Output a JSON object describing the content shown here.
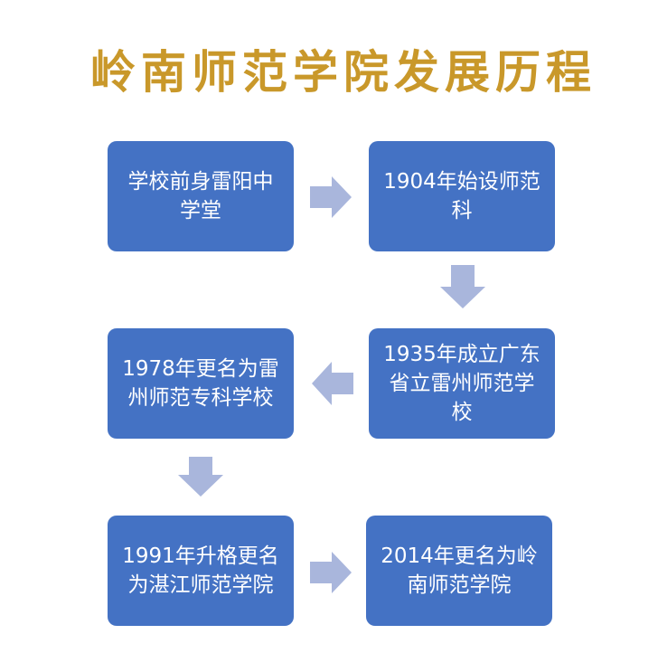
{
  "title": "岭南师范学院发展历程",
  "steps": [
    {
      "label": "学校前身雷阳中学堂"
    },
    {
      "label": "1904年始设师范科"
    },
    {
      "label": "1935年成立广东省立雷州师范学校"
    },
    {
      "label": "1978年更名为雷州师范专科学校"
    },
    {
      "label": "1991年升格更名为湛江师范学院"
    },
    {
      "label": "2014年更名为岭南师范学院"
    }
  ],
  "colors": {
    "box": "#4472C4",
    "arrow": "#A9B6DC",
    "title": "#C9982A"
  }
}
